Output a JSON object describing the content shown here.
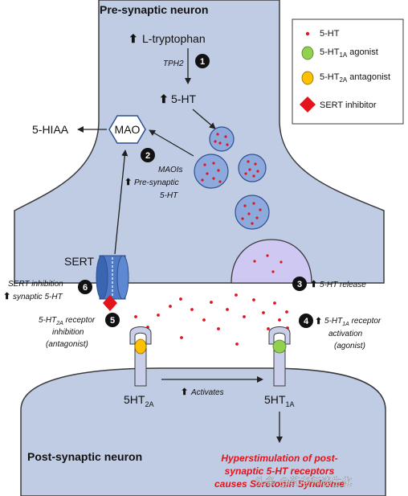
{
  "titles": {
    "pre": "Pre-synaptic neuron",
    "post": "Post-synaptic neuron"
  },
  "labels": {
    "ltryptophan": "L-tryptophan",
    "tph2": "TPH2",
    "ht5": "5-HT",
    "hiaa": "5-HIAA",
    "mao": "MAO",
    "maois_1": "MAOIs",
    "maois_2": "Pre-synaptic",
    "maois_3": "5-HT",
    "sert": "SERT",
    "sert_inh_1": "SERT inhibition",
    "sert_inh_2": "synaptic 5-HT",
    "release": "5-HT release",
    "r2a_1": "5-HT",
    "r2a_sub": "2A",
    "r2a_2": " receptor",
    "r2a_3": "inhibition",
    "r2a_4": "(antagonist)",
    "r1a_1": "5-HT",
    "r1a_sub": "1A",
    "r1a_2": " receptor",
    "r1a_3": "activation",
    "r1a_4": "(agonist)",
    "rec2a": "5HT",
    "rec2a_sub": "2A",
    "rec1a": "5HT",
    "rec1a_sub": "1A",
    "activates": "Activates",
    "hyper_1": "Hyperstimulation of post-",
    "hyper_2": "synaptic 5-HT receptors",
    "hyper_3": "causes Serotonin Syndrome",
    "up_arrow": "⬆"
  },
  "badges": [
    "1",
    "2",
    "3",
    "4",
    "5",
    "6"
  ],
  "legend": {
    "item1": "5-HT",
    "item2_main": "5-HT",
    "item2_sub": "1A",
    "item2_rest": " agonist",
    "item3_main": "5-HT",
    "item3_sub": "2A",
    "item3_rest": " antagonist",
    "item4": "SERT inhibitor"
  },
  "watermark": "头条 @药老师谈生化",
  "colors": {
    "neuron": "#bfcce4",
    "outline": "#3b3b3b",
    "vesicle": "#8ea9db",
    "vesicle_edge": "#2f4f8f",
    "serotonin": "#e3141b",
    "agonist": "#92d050",
    "antagonist": "#ffc000",
    "sert": "#4f7ac7",
    "release_vesicle": "#cfc8f3",
    "receptor": "#c9cfe8",
    "alert_text": "#e3141b"
  }
}
